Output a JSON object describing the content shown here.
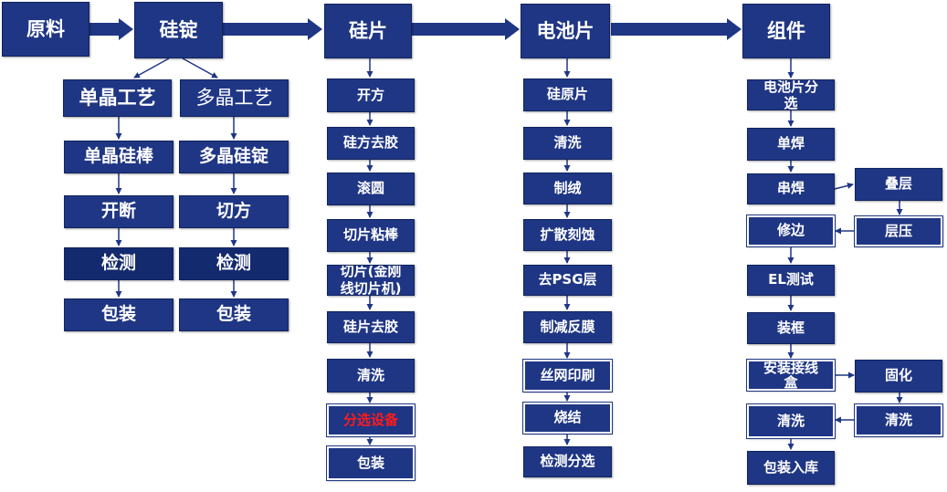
{
  "stages": {
    "raw": "原料",
    "ingot": "硅锭",
    "wafer": "硅片",
    "cell": "电池片",
    "module": "组件"
  },
  "ingot_process": {
    "mono": {
      "title": "单晶工艺",
      "steps": [
        "单晶硅棒",
        "开断",
        "检测",
        "包装"
      ]
    },
    "poly": {
      "title": "多晶工艺",
      "steps": [
        "多晶硅锭",
        "切方",
        "检测",
        "包装"
      ]
    }
  },
  "wafer_steps": [
    "开方",
    "硅方去胶",
    "滚圆",
    "切片粘棒",
    "切片(金刚线切片机)",
    "硅片去胶",
    "清洗",
    "分选设备",
    "包装"
  ],
  "cell_steps": [
    "硅原片",
    "清洗",
    "制绒",
    "扩散刻蚀",
    "去PSG层",
    "制减反膜",
    "丝网印刷",
    "烧结",
    "检测分选"
  ],
  "module_steps": [
    "电池片分选",
    "单焊",
    "串焊",
    "修边",
    "EL测试",
    "装框",
    "安装接线盒",
    "清洗",
    "包装入库"
  ],
  "module_side_steps": [
    "叠层",
    "层压",
    "固化",
    "清洗"
  ],
  "colors": {
    "box": "#1f3684",
    "box_dark": "#142a6e",
    "arrow": "#1f3684",
    "highlight_text": "#ff1a1a"
  }
}
